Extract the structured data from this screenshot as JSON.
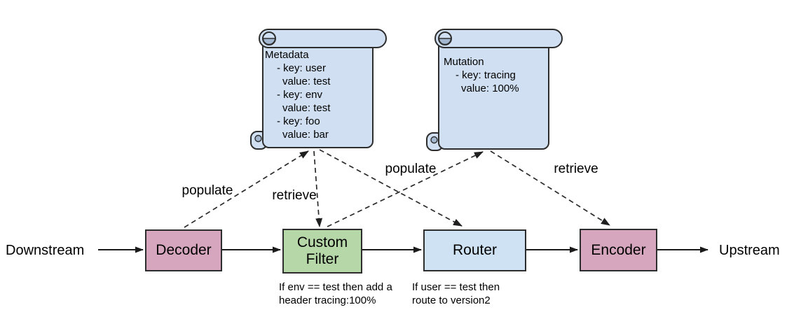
{
  "diagram": {
    "downstream_label": "Downstream",
    "upstream_label": "Upstream",
    "nodes": [
      {
        "id": "decoder",
        "label": "Decoder",
        "fill": "#d5a6bd"
      },
      {
        "id": "custom_filter",
        "label": "Custom Filter",
        "fill": "#b6d7a8",
        "caption": [
          "If env == test then add a",
          "header tracing:100%"
        ]
      },
      {
        "id": "router",
        "label": "Router",
        "fill": "#cfe2f3",
        "caption": [
          "If user == test then",
          "route to version2"
        ]
      },
      {
        "id": "encoder",
        "label": "Encoder",
        "fill": "#d5a6bd"
      }
    ],
    "scrolls": [
      {
        "id": "metadata",
        "title": "Metadata",
        "entries": [
          "- key: user",
          "value: test",
          "- key: env",
          "value: test",
          "- key: foo",
          "value: bar"
        ]
      },
      {
        "id": "mutation",
        "title": "Mutation",
        "entries": [
          "- key: tracing",
          "value: 100%"
        ]
      }
    ],
    "edge_labels": [
      {
        "id": "populate_decoder_to_metadata",
        "text": "populate"
      },
      {
        "id": "retrieve_metadata_to_custom_filter",
        "text": "retrieve"
      },
      {
        "id": "populate_custom_filter_to_mutation",
        "text": "populate"
      },
      {
        "id": "retrieve_mutation_to_encoder",
        "text": "retrieve"
      }
    ],
    "colors": {
      "node_pink": "#d5a6bd",
      "node_green": "#b6d7a8",
      "node_blue": "#cfe2f3",
      "scroll_fill": "#d0e0f2",
      "scroll_shade": "#a3b8d0",
      "outline": "#2d2d2d",
      "arrow": "#1a1a1a",
      "background": "#ffffff"
    }
  }
}
